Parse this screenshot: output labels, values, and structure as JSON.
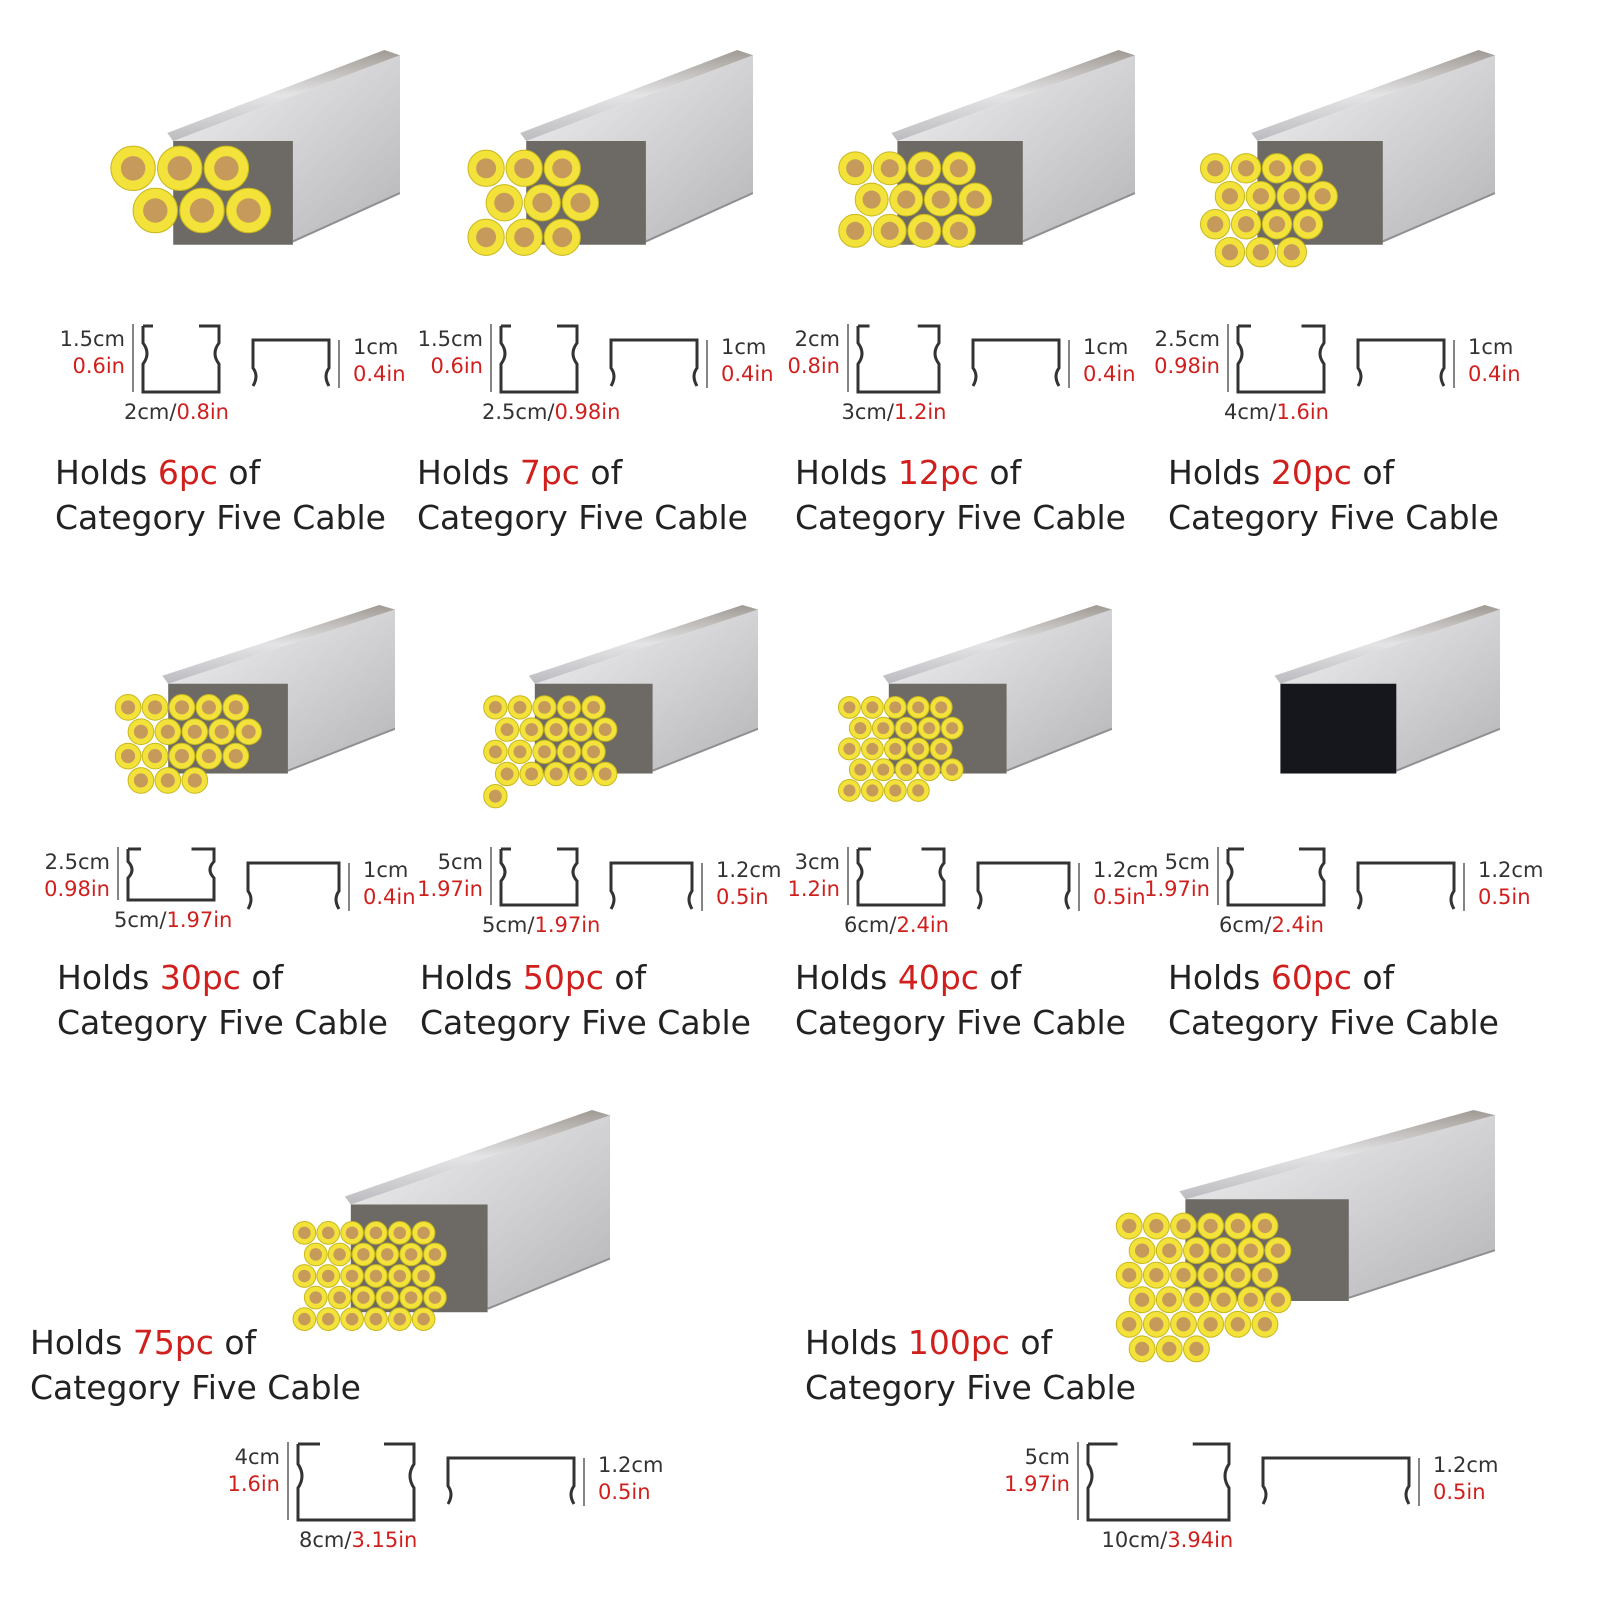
{
  "colors": {
    "highlight": "#d0201e",
    "text": "#333333",
    "cable": "#f2e23a",
    "metal": "#c9c9cb",
    "profile": "#333333"
  },
  "caption_template": {
    "prefix": "Holds",
    "suffix": "of",
    "line2": "Category Five Cable"
  },
  "items": [
    {
      "count": "6pc",
      "h_cm": "1.5cm",
      "h_in": "0.6in",
      "w_cm": "2cm/",
      "w_in": "0.8in",
      "c_cm": "1cm",
      "c_in": "0.4in"
    },
    {
      "count": "7pc",
      "h_cm": "1.5cm",
      "h_in": "0.6in",
      "w_cm": "2.5cm/",
      "w_in": "0.98in",
      "c_cm": "1cm",
      "c_in": "0.4in"
    },
    {
      "count": "12pc",
      "h_cm": "2cm",
      "h_in": "0.8in",
      "w_cm": "3cm/",
      "w_in": "1.2in",
      "c_cm": "1cm",
      "c_in": "0.4in"
    },
    {
      "count": "20pc",
      "h_cm": "2.5cm",
      "h_in": "0.98in",
      "w_cm": "4cm/",
      "w_in": "1.6in",
      "c_cm": "1cm",
      "c_in": "0.4in"
    },
    {
      "count": "30pc",
      "h_cm": "2.5cm",
      "h_in": "0.98in",
      "w_cm": "5cm/",
      "w_in": "1.97in",
      "c_cm": "1cm",
      "c_in": "0.4in"
    },
    {
      "count": "50pc",
      "h_cm": "5cm",
      "h_in": "1.97in",
      "w_cm": "5cm/",
      "w_in": "1.97in",
      "c_cm": "1.2cm",
      "c_in": "0.5in"
    },
    {
      "count": "40pc",
      "h_cm": "3cm",
      "h_in": "1.2in",
      "w_cm": "6cm/",
      "w_in": "2.4in",
      "c_cm": "1.2cm",
      "c_in": "0.5in"
    },
    {
      "count": "60pc",
      "h_cm": "5cm",
      "h_in": "1.97in",
      "w_cm": "6cm/",
      "w_in": "2.4in",
      "c_cm": "1.2cm",
      "c_in": "0.5in"
    },
    {
      "count": "75pc",
      "h_cm": "4cm",
      "h_in": "1.6in",
      "w_cm": "8cm/",
      "w_in": "3.15in",
      "c_cm": "1.2cm",
      "c_in": "0.5in"
    },
    {
      "count": "100pc",
      "h_cm": "5cm",
      "h_in": "1.97in",
      "w_cm": "10cm/",
      "w_in": "3.94in",
      "c_cm": "1.2cm",
      "c_in": "0.5in"
    }
  ]
}
